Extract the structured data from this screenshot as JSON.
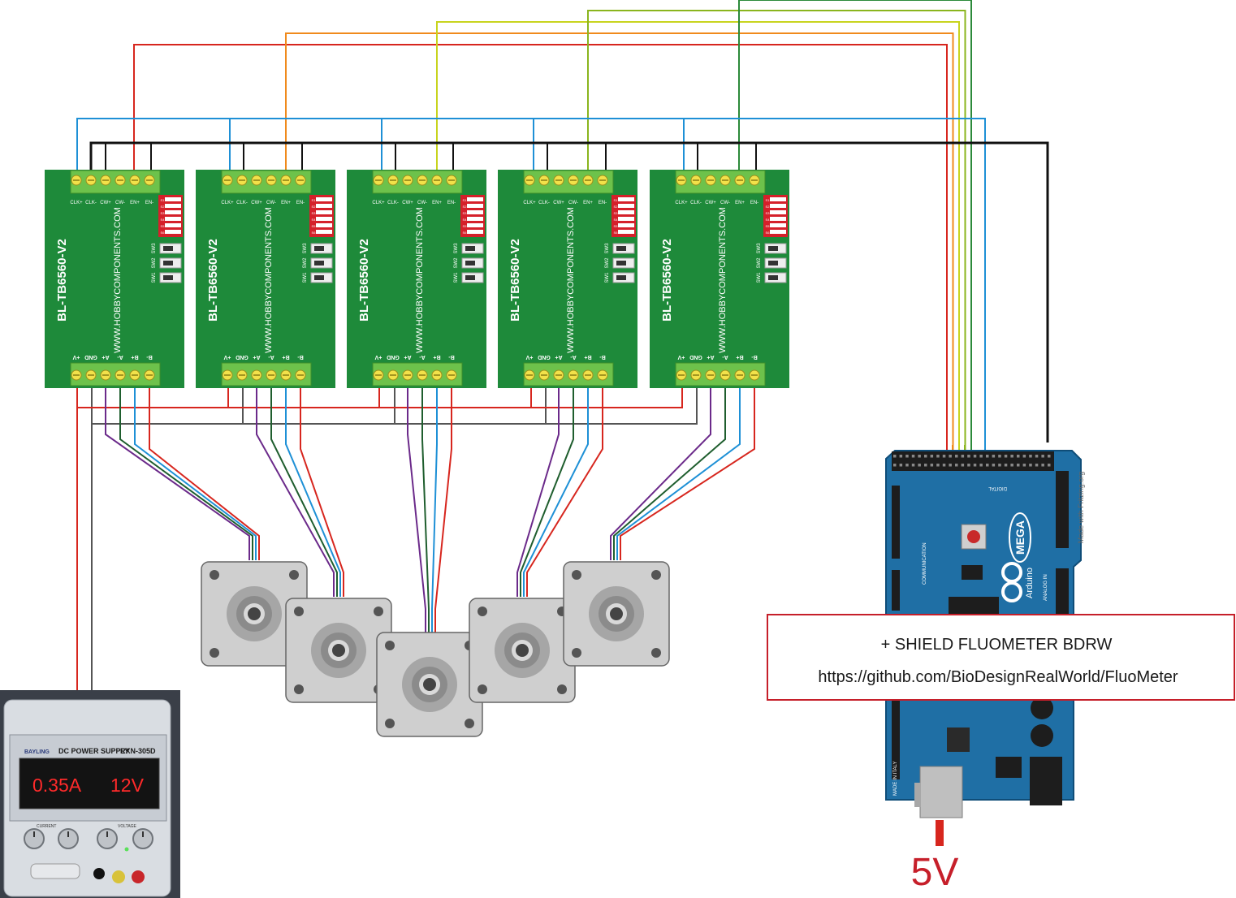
{
  "drivers": {
    "model": "BL-TB6560-V2",
    "website": "WWW.HOBBYCOMPONENTS.COM",
    "top_pins": [
      "CLK+",
      "CLK-",
      "CW+",
      "CW-",
      "EN+",
      "EN-"
    ],
    "bottom_pins": [
      "+V",
      "GND",
      "A+",
      "A-",
      "B+",
      "B-"
    ],
    "switch_labels": [
      "SW1",
      "SW2",
      "SW3"
    ],
    "dip_labels": [
      "S1",
      "S2",
      "S3",
      "S4",
      "S5",
      "S6"
    ],
    "count": 5
  },
  "motors": {
    "count": 5
  },
  "wire_colors": {
    "signal_blue": "#1e90d6",
    "black": "#111111",
    "red": "#d7261e",
    "orange": "#f08a1c",
    "yellow": "#c8d41e",
    "olive": "#8ab51e",
    "green": "#2c8a3a",
    "purple": "#6b2a8a",
    "dark_green": "#1f5e2e",
    "gray": "#555555"
  },
  "power_supply": {
    "brand": "BAYLING",
    "title": "DC POWER SUPPLY",
    "model": "RXN-305D",
    "current_display": "0.35A",
    "voltage_display": "12V",
    "current_label": "CURRENT",
    "voltage_label": "VOLTAGE"
  },
  "arduino": {
    "board_label": "MEGA",
    "brand": "Arduino",
    "fritzing_note": "Made with Fritzing.org",
    "digital_label": "DIGITAL",
    "communication_label": "COMMUNICATION",
    "analog_label": "ANALOG IN",
    "made_in": "MADE IN ITALY"
  },
  "note": {
    "line1": "+ SHIELD FLUOMETER BDRW",
    "line2": "https://github.com/BioDesignRealWorld/FluoMeter"
  },
  "usb_power": {
    "label": "5V"
  }
}
